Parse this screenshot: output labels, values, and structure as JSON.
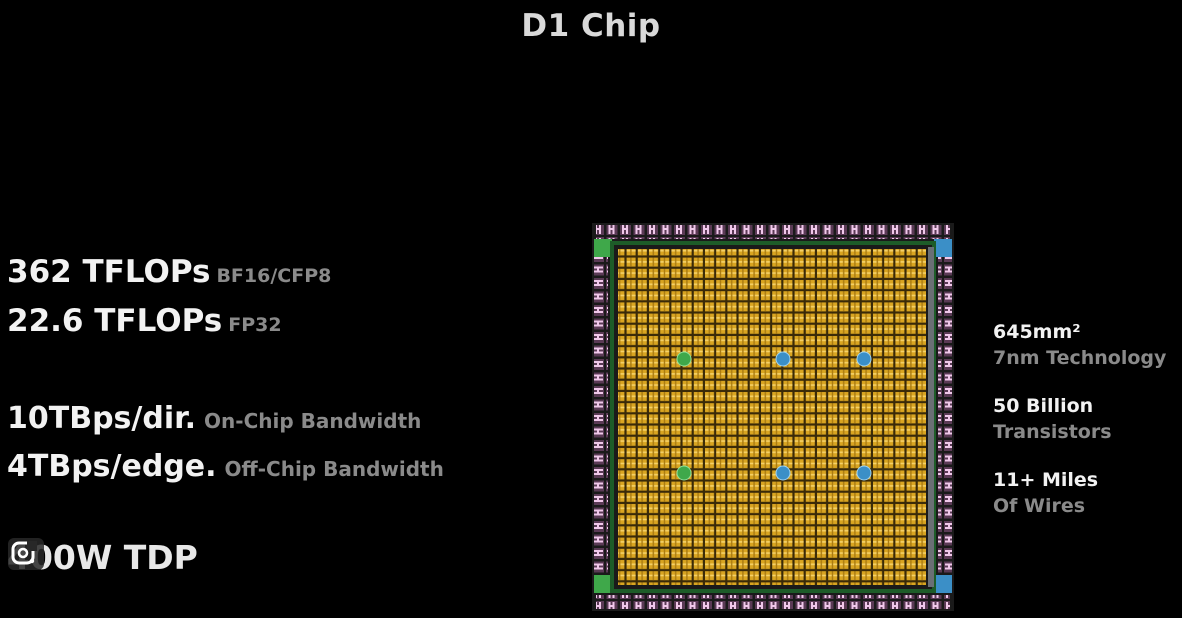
{
  "title": "D1 Chip",
  "specs": [
    {
      "value": "362 TFLOPs",
      "label": "BF16/CFP8"
    },
    {
      "value": "22.6 TFLOPs",
      "label": "FP32"
    },
    {
      "value": "10TBps/dir.",
      "label": "On-Chip Bandwidth"
    },
    {
      "value": "4TBps/edge.",
      "label": "Off-Chip Bandwidth"
    }
  ],
  "tdp": "400W TDP",
  "right_stats": [
    {
      "primary": "645mm²",
      "secondary": "7nm Technology"
    },
    {
      "primary": "50 Billion",
      "secondary": "Transistors"
    },
    {
      "primary": "11+ Miles",
      "secondary": "Of Wires"
    }
  ],
  "icons": {
    "lens": "google-lens-icon"
  },
  "colors": {
    "background": "#000000",
    "chip_gold": "#d9a521",
    "chip_border_pink": "#c98fc2",
    "marker_green": "#3fa84a",
    "marker_blue": "#3b8fc7"
  }
}
